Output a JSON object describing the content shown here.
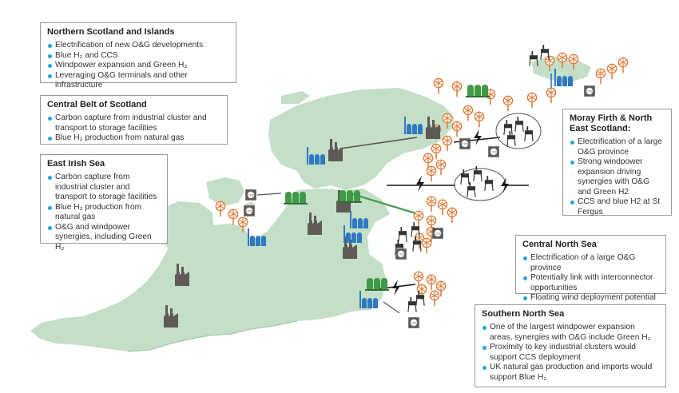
{
  "boxes": {
    "northern": {
      "title": "Northern Scotland and Islands",
      "items": [
        "Electrification of new O&G developments",
        "Blue H₂ and CCS",
        "Windpower expansion and Green H₂",
        "Leveraging O&G terminals and other infrastructure"
      ]
    },
    "central_belt": {
      "title": "Central Belt of Scotland",
      "items": [
        "Carbon capture from industrial cluster and transport to storage facilities",
        "Blue H₂ production from natural gas"
      ]
    },
    "east_irish": {
      "title": "East Irish Sea",
      "items": [
        "Carbon capture from industrial cluster and transport to storage facilities",
        "Blue H₂ production from natural gas",
        "O&G and windpower synergies, including Green H₂"
      ]
    },
    "moray": {
      "title": "Moray Firth & North East Scotland:",
      "items": [
        "Electrification of a large O&G province",
        "Strong windpower expansion driving synergies with O&G and Green H2",
        "CCS and blue H2 at St Fergus"
      ]
    },
    "central_ns": {
      "title": "Central North Sea",
      "items": [
        "Electrification of a large O&G province",
        "Potentially link with interconnector opportunities",
        "Floating wind deployment potential"
      ]
    },
    "southern_ns": {
      "title": "Southern North Sea",
      "items": [
        "One of the largest windpower expansion areas, synergies with O&G include Green H₂",
        "Proximity to key industrial clusters would support CCS deployment",
        "UK natural gas production and imports would support Blue H₂"
      ]
    }
  },
  "colors": {
    "land": "#c4dfc8",
    "land_shadow": "#a8c8ad",
    "bullet": "#2aa3d8",
    "turbine": "#e07b39",
    "factory": "#5f5a55",
    "green_tank": "#3f9a45",
    "blue_tank": "#2f78c2",
    "platform": "#333333",
    "lightning": "#1a1a1a",
    "line_green": "#3f9a45",
    "line_grey": "#555555"
  },
  "icons": [
    "wind-turbine-icon",
    "factory-icon",
    "green-hydrogen-tank-icon",
    "blue-hydrogen-tank-icon",
    "oil-platform-icon",
    "co2-storage-icon",
    "lightning-icon"
  ]
}
